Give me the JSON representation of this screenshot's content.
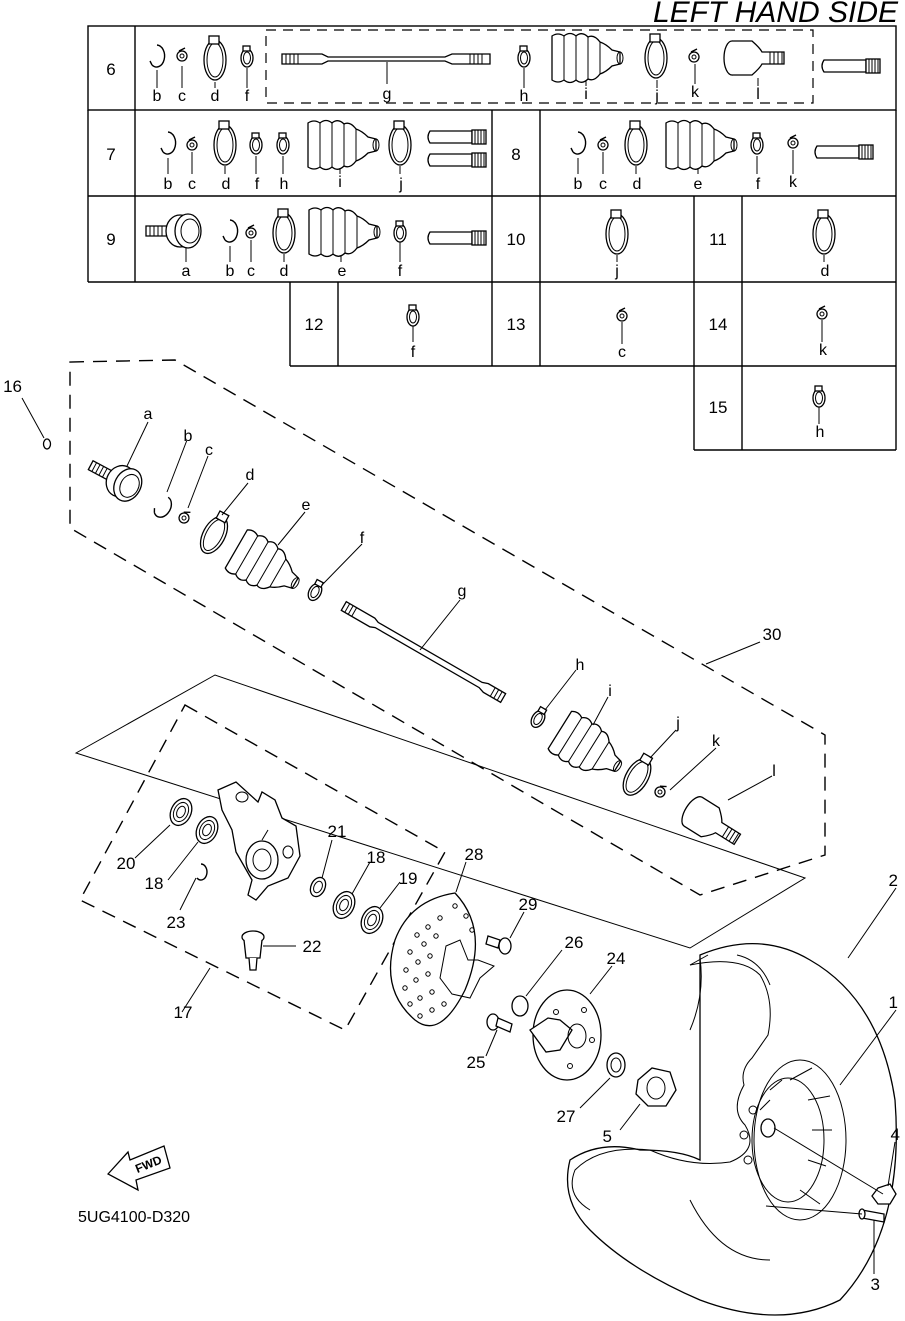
{
  "title": "LEFT HAND SIDE",
  "drawing_code": "5UG4100-D320",
  "fwd_label": "FWD",
  "table": {
    "rows": [
      {
        "no": "6",
        "letters": [
          "b",
          "c",
          "d",
          "f",
          "g",
          "h",
          "i",
          "j",
          "k",
          "l"
        ]
      },
      {
        "no": "7",
        "letters": [
          "b",
          "c",
          "d",
          "f",
          "h",
          "i",
          "j"
        ]
      },
      {
        "no": "8",
        "letters": [
          "b",
          "c",
          "d",
          "e",
          "f",
          "k"
        ]
      },
      {
        "no": "9",
        "letters": [
          "a",
          "b",
          "c",
          "d",
          "e",
          "f"
        ]
      },
      {
        "no": "10",
        "letters": [
          "j"
        ]
      },
      {
        "no": "11",
        "letters": [
          "d"
        ]
      },
      {
        "no": "12",
        "letters": [
          "f"
        ]
      },
      {
        "no": "13",
        "letters": [
          "c"
        ]
      },
      {
        "no": "14",
        "letters": [
          "k"
        ]
      },
      {
        "no": "15",
        "letters": [
          "h"
        ]
      }
    ]
  },
  "callouts": {
    "letters": [
      "a",
      "b",
      "c",
      "d",
      "e",
      "f",
      "g",
      "h",
      "i",
      "j",
      "k",
      "l"
    ],
    "numbers": [
      "1",
      "2",
      "3",
      "4",
      "5",
      "16",
      "17",
      "18",
      "18",
      "19",
      "20",
      "21",
      "22",
      "23",
      "24",
      "25",
      "26",
      "27",
      "28",
      "29",
      "30"
    ]
  }
}
